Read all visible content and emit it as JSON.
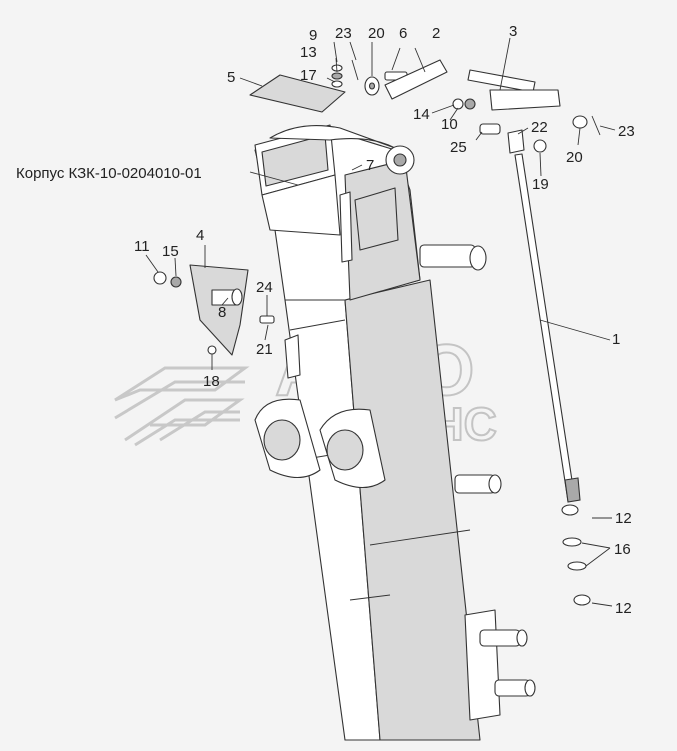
{
  "caption": "Корпус КЗК-10-0204010-01",
  "watermark": {
    "line1": "АВТО",
    "line2": "АЛЬЯНС"
  },
  "callouts": [
    "1",
    "2",
    "3",
    "4",
    "5",
    "6",
    "7",
    "8",
    "9",
    "10",
    "11",
    "12",
    "12",
    "13",
    "14",
    "15",
    "16",
    "17",
    "18",
    "19",
    "20",
    "20",
    "21",
    "22",
    "23",
    "23",
    "24",
    "25"
  ],
  "colors": {
    "line": "#333333",
    "fill": "#ffffff",
    "shade": "#d9d9d9",
    "background": "#f4f4f4",
    "watermark": "#c8c8c8"
  }
}
